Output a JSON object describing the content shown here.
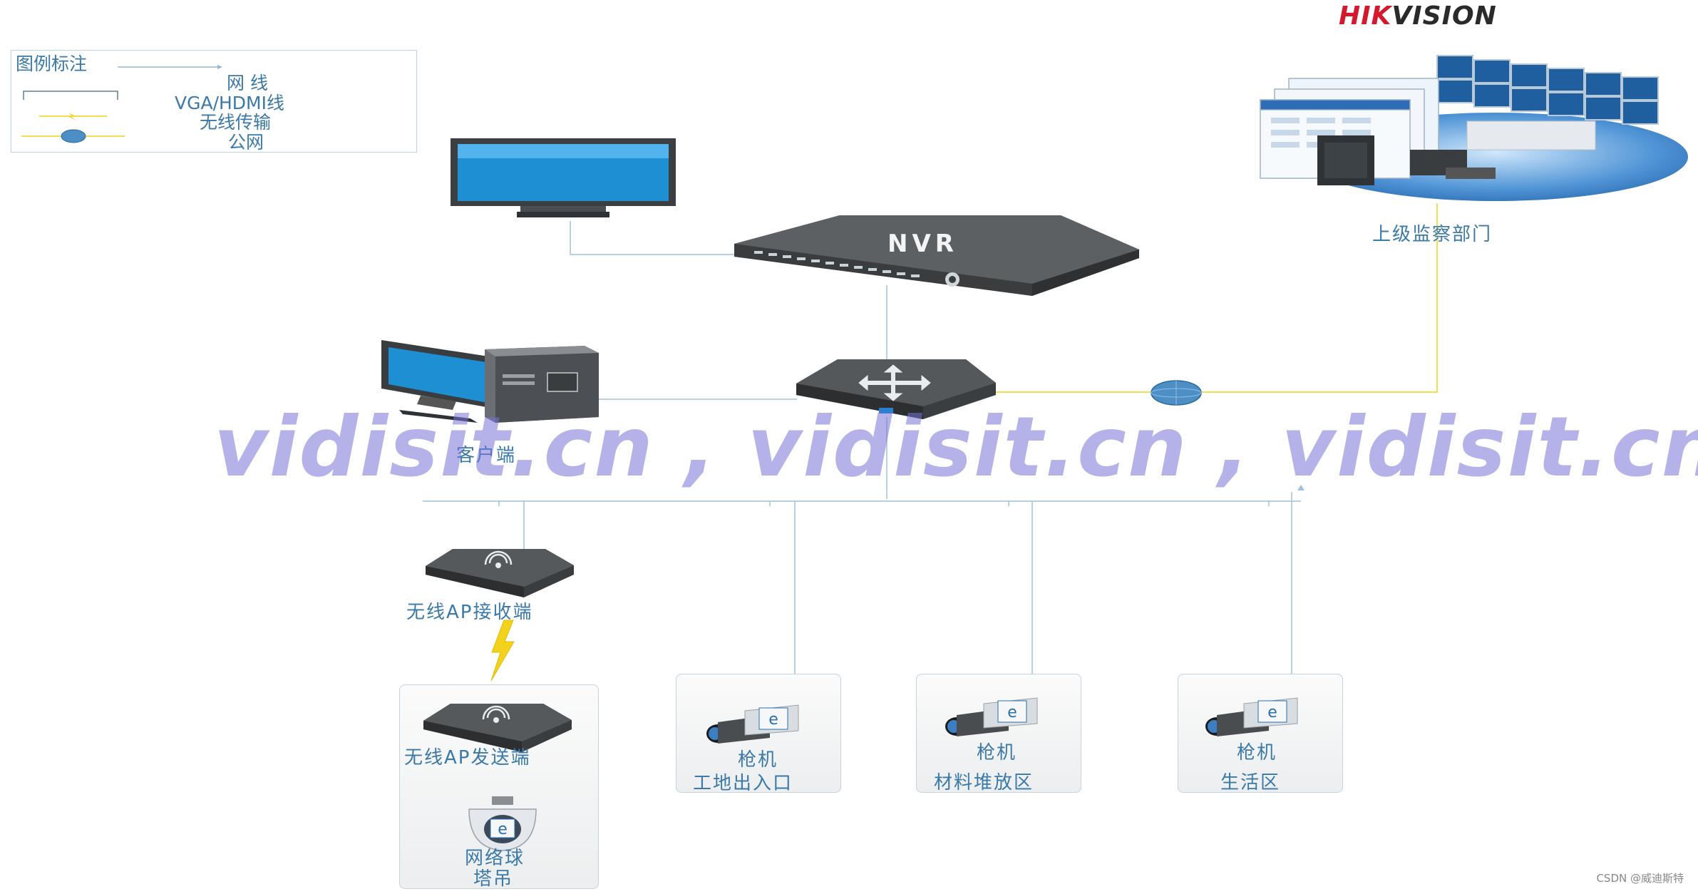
{
  "legend": {
    "title": "图例标注",
    "items": [
      {
        "key": "network_cable",
        "label": "网  线",
        "color": "#7fb0d8"
      },
      {
        "key": "vga_hdmi",
        "label": "VGA/HDMI线",
        "color": "#7fb0d8"
      },
      {
        "key": "wireless",
        "label": "无线传输",
        "color": "#f2d21a"
      },
      {
        "key": "public_net",
        "label": "公网",
        "color": "#f2d21a"
      }
    ]
  },
  "logo": {
    "part1": "HIK",
    "part2": "VISION",
    "red": "#d4192f",
    "dark": "#2a2a2a"
  },
  "nodes": {
    "monitor_center": {
      "label": "上级监察部门",
      "icon": "monitoring-center-icon"
    },
    "tv": {
      "icon": "tv-monitor-icon"
    },
    "nvr": {
      "label": "NVR",
      "icon": "nvr-device-icon"
    },
    "switch": {
      "icon": "core-switch-icon"
    },
    "client": {
      "label": "客户端",
      "icon": "desktop-pc-icon"
    },
    "internet": {
      "icon": "internet-globe-icon"
    },
    "ap_receiver": {
      "label": "无线AP接收端",
      "icon": "wireless-ap-icon"
    },
    "ap_sender": {
      "label": "无线AP发送端",
      "icon": "wireless-ap-icon"
    },
    "dome": {
      "line1": "网络球",
      "line2": "塔吊",
      "icon": "dome-camera-icon"
    },
    "cameras": [
      {
        "line1": "枪机",
        "line2": "工地出入口",
        "icon": "bullet-camera-icon"
      },
      {
        "line1": "枪机",
        "line2": "材料堆放区",
        "icon": "bullet-camera-icon"
      },
      {
        "line1": "枪机",
        "line2": "生活区",
        "icon": "bullet-camera-icon"
      }
    ]
  },
  "watermark": "vidisit.cn , vidisit.cn , vidisit.cn",
  "credit": "CSDN @威迪斯特",
  "colors": {
    "cable": "#8fb8d6",
    "public": "#f2d21a",
    "label": "#3a79a8",
    "device_dark": "#3a3d40"
  }
}
